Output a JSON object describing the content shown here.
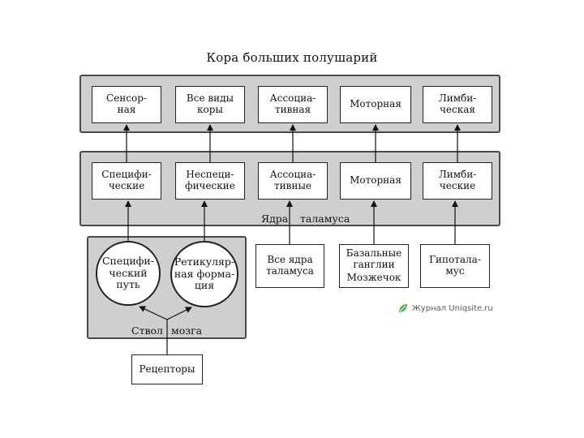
{
  "title": "Кора больших полушарий",
  "cortex": {
    "sensory": "Сенсор-\nная",
    "all_types": "Все виды\nкоры",
    "associative": "Ассоциа-\nтивная",
    "motor": "Моторная",
    "limbic": "Лимби-\nческая"
  },
  "thalamus": {
    "specific": "Специфи-\nческие",
    "nonspecific": "Неспеци-\nфические",
    "associative": "Ассоциа-\nтивные",
    "motor": "Моторная",
    "limbic": "Лимби-\nческие",
    "label_left": "Ядра",
    "label_right": "таламуса"
  },
  "brainstem": {
    "specific_path": "Специфи-\nческий\nпуть",
    "reticular": "Ретикуляр-\nная форма-\nция",
    "label_left": "Ствол",
    "label_right": "мозга"
  },
  "sources": {
    "all_thalamic_nuclei": "Все ядра\nталамуса",
    "basal_ganglia": "Базальные\nганглии",
    "cerebellum": "Мозжечок",
    "hypothalamus": "Гипотала-\nмус"
  },
  "receptors": "Рецепторы",
  "watermark": "Журнал Uniqsite.ru"
}
